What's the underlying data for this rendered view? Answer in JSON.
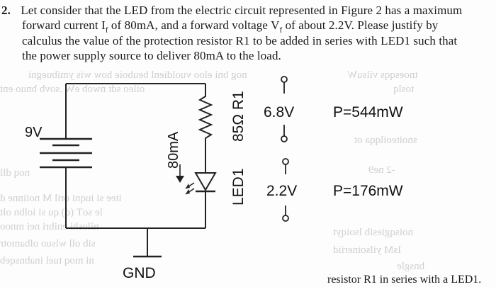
{
  "problem": {
    "number": "2.",
    "lines": [
      "Let consider that the LED from the electric circuit represented in Figure 2 has a maximum",
      "forward current I",
      "calculus the value of the protection resistor R1 to be added in series with LED1 such that",
      "the power supply source to deliver 80mA to the load."
    ],
    "line2_parts": {
      "a": "forward current I",
      "sub1": "f",
      "b": " of 80mA, and a forward voltage V",
      "sub2": "f",
      "c": " of about 2.2V. Please justify by"
    }
  },
  "circuit": {
    "source_label": "9V",
    "current_label": "80mA",
    "resistor_label": "85Ω R1",
    "led_label": "LED1",
    "resistor_voltage": "6.8V",
    "resistor_power": "P=544mW",
    "led_voltage": "2.2V",
    "led_power": "P=176mW",
    "ground_label": "GND"
  },
  "footer_text": "resistor R1 in series with a LED1."
}
